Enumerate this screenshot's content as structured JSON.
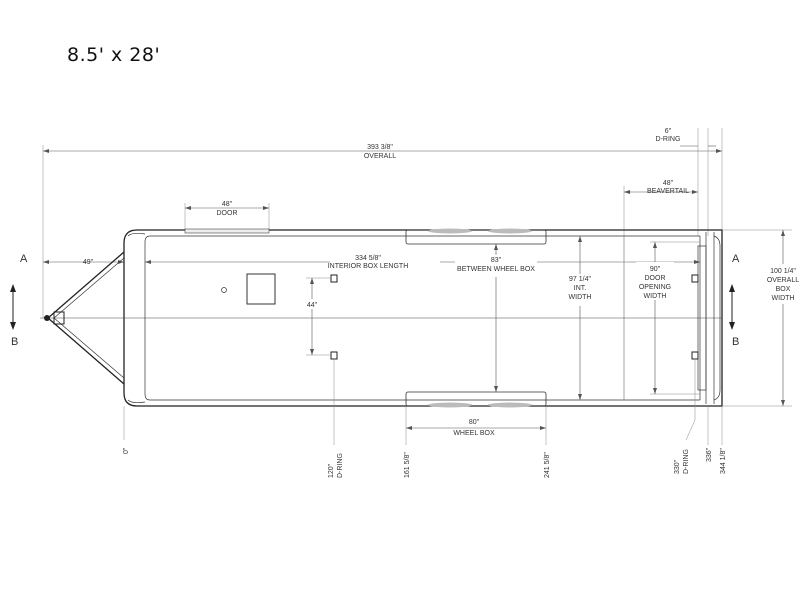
{
  "title": "8.5' x 28'",
  "section_marks": {
    "left": "A",
    "left_b": "B",
    "right": "A",
    "right_b": "B"
  },
  "dimensions": {
    "overall_value": "393 3/8\"",
    "overall_label": "OVERALL",
    "interior_value": "334 5/8\"",
    "interior_label": "INTERIOR BOX LENGTH",
    "tongue_value": "49\"",
    "side_door_value": "48\"",
    "side_door_label": "DOOR",
    "beavertail_value": "48\"",
    "beavertail_label": "BEAVERTAIL",
    "d_ring_top_value": "6\"",
    "d_ring_top_label": "D-RING",
    "between_wheel_box_value": "83\"",
    "between_wheel_box_label": "BETWEEN WHEEL BOX",
    "interior_width_value": "97 1/4\"",
    "interior_width_label_1": "INT.",
    "interior_width_label_2": "WIDTH",
    "door_opening_value": "90\"",
    "door_opening_label_1": "DOOR",
    "door_opening_label_2": "OPENING",
    "door_opening_label_3": "WIDTH",
    "overall_width_value": "100 1/4\"",
    "overall_width_label_1": "OVERALL",
    "overall_width_label_2": "BOX",
    "overall_width_label_3": "WIDTH",
    "d_ring_spacing_value": "44\"",
    "wheel_box_value": "80\"",
    "wheel_box_label": "WHEEL BOX"
  },
  "baseline_marks": {
    "zero": "0\"",
    "d_ring_front_value": "120\"",
    "d_ring_front_label": "D-RING",
    "wheel_box_start": "161 5/8\"",
    "wheel_box_end": "241 5/8\"",
    "d_ring_rear_value": "330\"",
    "d_ring_rear_label": "D-RING",
    "rear_336": "336\"",
    "rear_344": "344 1/8\""
  }
}
